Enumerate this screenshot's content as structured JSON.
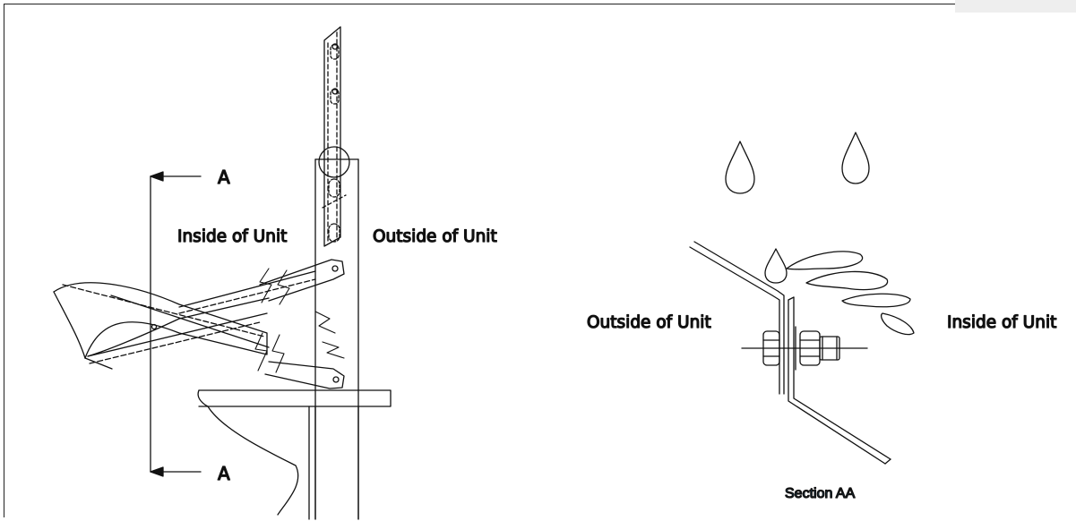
{
  "left_view": {
    "inside_label": "Inside of Unit",
    "outside_label": "Outside of Unit",
    "section_marker_top": "A",
    "section_marker_bottom": "A"
  },
  "section_view": {
    "outside_label": "Outside of Unit",
    "inside_label": "Inside of Unit",
    "caption": "Section AA",
    "caption_color": "#2a8fc8"
  }
}
